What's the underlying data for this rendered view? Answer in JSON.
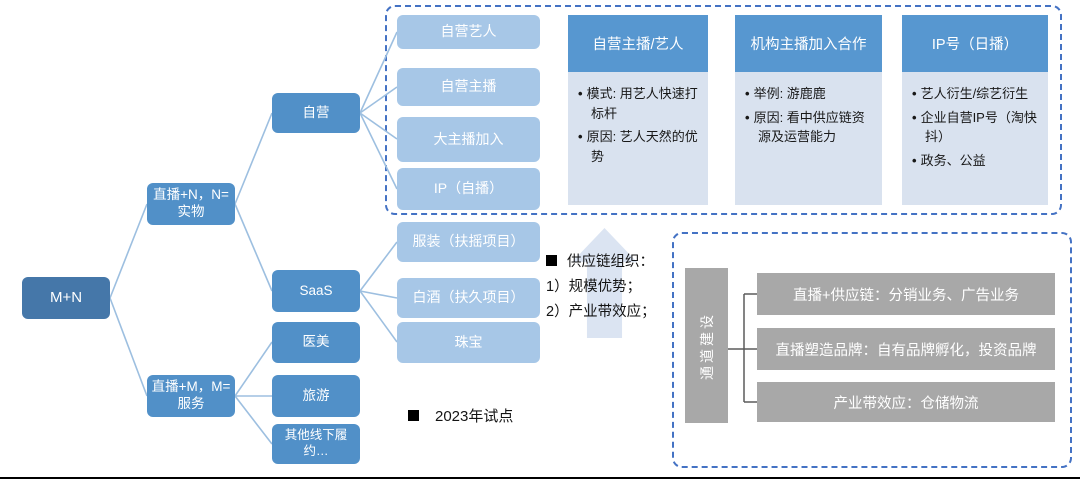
{
  "palette": {
    "node_dark": "#4577a9",
    "node_mid": "#5190c8",
    "node_light": "#a7c7e7",
    "card_header": "#5797d0",
    "card_body": "#d9e2ef",
    "gray_box": "#a8a8a8",
    "dashed_border": "#4472c4",
    "connector_line": "#9dbfe0",
    "arrow_fill": "#dbe4f2"
  },
  "tree": {
    "root": {
      "label": "M+N"
    },
    "level2": {
      "physical": {
        "label": "直播+N，N=实物"
      },
      "service": {
        "label": "直播+M，M=服务"
      }
    },
    "level3": {
      "self_operated": {
        "label": "自营"
      },
      "saas": {
        "label": "SaaS"
      },
      "medical_beauty": {
        "label": "医美"
      },
      "travel": {
        "label": "旅游"
      },
      "other_offline": {
        "label": "其他线下履约…"
      }
    },
    "leaves": {
      "self_artist": {
        "label": "自营艺人"
      },
      "self_anchor": {
        "label": "自营主播"
      },
      "big_anchor": {
        "label": "大主播加入"
      },
      "ip_self": {
        "label": "IP（自播）"
      },
      "clothing": {
        "label": "服装（扶摇项目）"
      },
      "liquor": {
        "label": "白酒（扶久项目）"
      },
      "jewelry": {
        "label": "珠宝"
      }
    }
  },
  "cards": [
    {
      "title": "自营主播/艺人",
      "bullets": [
        "模式: 用艺人快速打标杆",
        "原因: 艺人天然的优势"
      ]
    },
    {
      "title": "机构主播加入合作",
      "bullets": [
        "举例: 游鹿鹿",
        "原因: 看中供应链资源及运营能力"
      ]
    },
    {
      "title": "IP号（日播）",
      "bullets": [
        "艺人衍生/综艺衍生",
        "企业自营IP号（淘快抖）",
        "政务、公益"
      ]
    }
  ],
  "annotations": {
    "supply_chain": {
      "line1": "供应链组织：",
      "line2": "1）规模优势；",
      "line3": "2）产业带效应；"
    },
    "pilot": {
      "text": "2023年试点"
    }
  },
  "bottom_panel": {
    "side_label": "通道建设",
    "rows": [
      "直播+供应链：分销业务、广告业务",
      "直播塑造品牌：自有品牌孵化，投资品牌",
      "产业带效应：仓储物流"
    ]
  }
}
